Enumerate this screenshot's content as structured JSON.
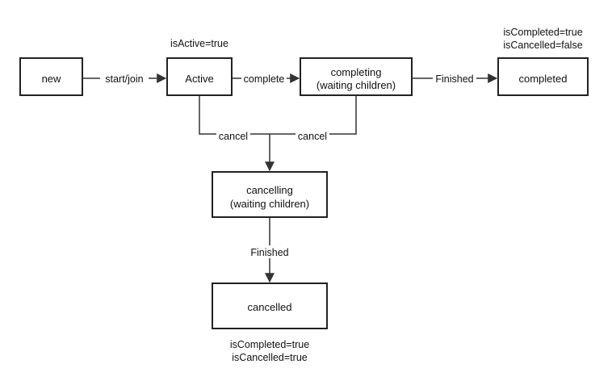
{
  "nodes": {
    "new": {
      "lines": [
        "new"
      ]
    },
    "active": {
      "lines": [
        "Active"
      ]
    },
    "completing": {
      "lines": [
        "completing",
        "(waiting children)"
      ]
    },
    "completed": {
      "lines": [
        "completed"
      ]
    },
    "cancelling": {
      "lines": [
        "cancelling",
        "(waiting children)"
      ]
    },
    "cancelled": {
      "lines": [
        "cancelled"
      ]
    }
  },
  "edges": {
    "new_to_active": "start/join",
    "active_to_completing": "complete",
    "completing_to_completed": "Finished",
    "active_cancel": "cancel",
    "completing_cancel": "cancel",
    "cancelling_to_cancelled": "Finished"
  },
  "notes": {
    "active": [
      "isActive=true"
    ],
    "completed": [
      "isCompleted=true",
      "isCancelled=false"
    ],
    "cancelled": [
      "isCompleted=true",
      "isCancelled=true"
    ]
  }
}
